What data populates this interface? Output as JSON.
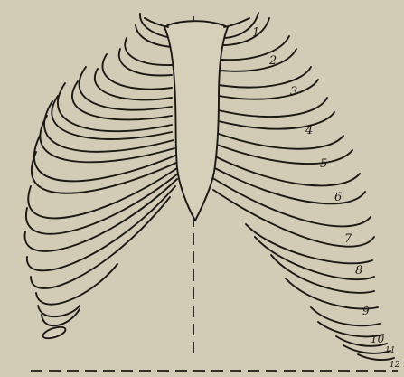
{
  "figure": {
    "rib_numbers": [
      "1",
      "2",
      "3",
      "4",
      "5",
      "6",
      "7",
      "8",
      "9",
      "10",
      "11",
      "12"
    ],
    "colors": {
      "paper": "#d2cbb6",
      "ink": "#1b1916"
    }
  }
}
